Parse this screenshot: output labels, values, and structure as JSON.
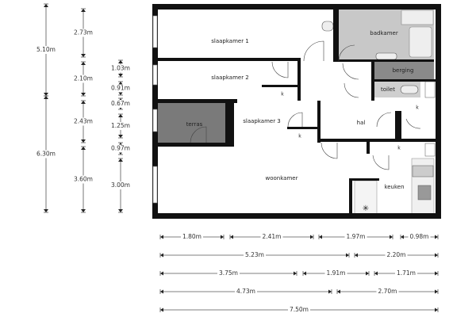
{
  "rooms": {
    "slaapkamer1": "slaapkamer 1",
    "badkamer": "badkamer",
    "slaapkamer2": "slaapkamer 2",
    "berging": "berging",
    "toilet": "toilet",
    "terras": "terras",
    "slaapkamer3": "slaapkamer 3",
    "hal": "hal",
    "woonkamer": "woonkamer",
    "keuken": "keuken",
    "kast": "k"
  },
  "dimensions": {
    "vertical_outer": [
      "5.10m",
      "6.30m"
    ],
    "vertical_middle": [
      "2.73m",
      "2.10m",
      "2.43m",
      "3.60m"
    ],
    "vertical_inner": [
      "1.03m",
      "0.91m",
      "0.67m",
      "1.25m",
      "0.97m",
      "3.00m"
    ],
    "horizontal_row1": [
      "1.80m",
      "2.41m",
      "1.97m",
      "0.98m"
    ],
    "horizontal_row2": [
      "5.23m",
      "2.20m"
    ],
    "horizontal_row3": [
      "3.75m",
      "1.91m",
      "1.71m"
    ],
    "horizontal_row4": [
      "4.73m",
      "2.70m"
    ],
    "horizontal_row5": [
      "7.50m"
    ]
  },
  "colors": {
    "wall": "#111111",
    "wet_room": "#c8c8c8",
    "berging": "#8a8a8a",
    "terras": "#7a7a7a"
  }
}
